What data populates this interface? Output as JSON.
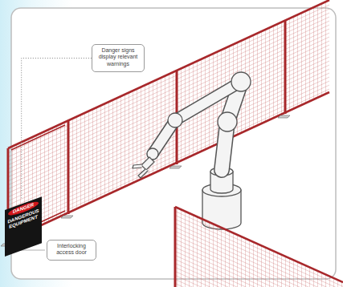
{
  "diagram": {
    "nodes": [
      {
        "text": [
          "Danger signs display relevant warnings"
        ]
      },
      {
        "text": [
          "DANGER",
          "DANGEROUS EQUIPMENT"
        ]
      },
      {
        "text": [
          "Interlocking access door"
        ]
      }
    ],
    "edges": [
      {
        "from": 0,
        "to": 1,
        "arrow": "none"
      }
    ]
  }
}
